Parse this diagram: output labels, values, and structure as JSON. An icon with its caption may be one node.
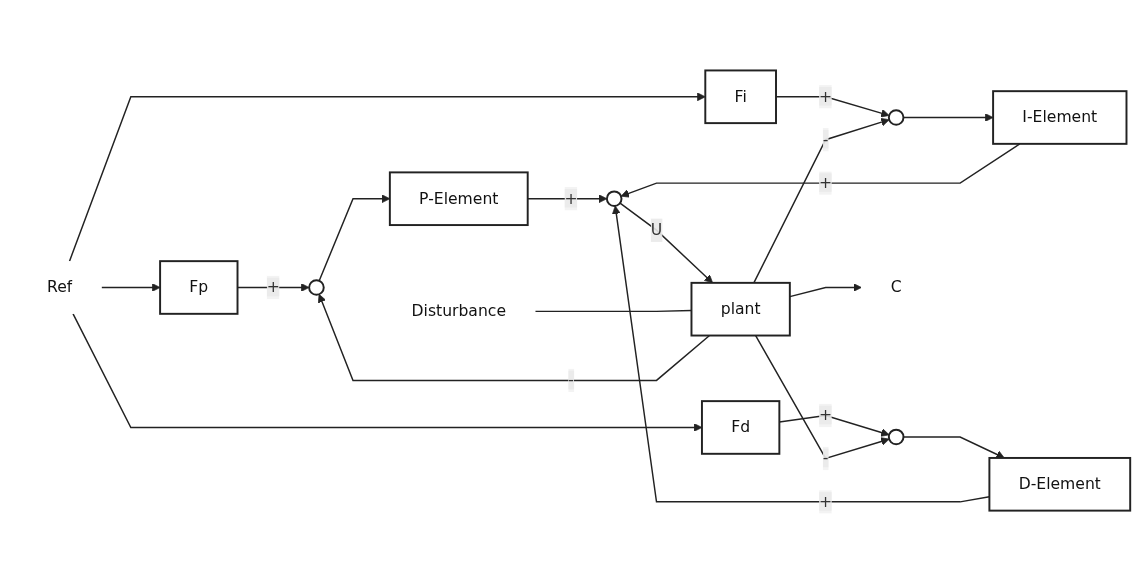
{
  "diagram": {
    "nodes": [
      {
        "text": [
          "Ref"
        ]
      },
      {
        "text": [
          "Fp"
        ]
      },
      {
        "text": [
          "Fi"
        ]
      },
      {
        "text": [
          "Fd"
        ]
      },
      {
        "text": [],
        "shape": "circle"
      },
      {
        "text": [],
        "shape": "circle"
      },
      {
        "text": [],
        "shape": "circle"
      },
      {
        "text": [
          "P-Element"
        ]
      },
      {
        "text": [
          "I-Element"
        ]
      },
      {
        "text": [
          "D-Element"
        ]
      },
      {
        "text": [],
        "shape": "circle"
      },
      {
        "text": [
          "Disturbance"
        ]
      },
      {
        "text": [
          "plant"
        ]
      },
      {
        "text": [
          "C"
        ]
      }
    ],
    "edges": [
      {
        "from": 0,
        "to": 1,
        "arrow": "to"
      },
      {
        "from": 0,
        "to": 2,
        "arrow": "to"
      },
      {
        "from": 0,
        "to": 3,
        "arrow": "to"
      },
      {
        "from": 1,
        "to": 4,
        "arrow": "to",
        "label": "+"
      },
      {
        "from": 12,
        "to": 4,
        "arrow": "to",
        "label": "-"
      },
      {
        "from": 2,
        "to": 5,
        "arrow": "to",
        "label": "+"
      },
      {
        "from": 12,
        "to": 5,
        "arrow": "to",
        "label": "-"
      },
      {
        "from": 3,
        "to": 6,
        "arrow": "to",
        "label": "+"
      },
      {
        "from": 12,
        "to": 6,
        "arrow": "to",
        "label": "-"
      },
      {
        "from": 4,
        "to": 7,
        "arrow": "to"
      },
      {
        "from": 5,
        "to": 8,
        "arrow": "to"
      },
      {
        "from": 6,
        "to": 9,
        "arrow": "to"
      },
      {
        "from": 7,
        "to": 10,
        "arrow": "to",
        "label": "+"
      },
      {
        "from": 8,
        "to": 10,
        "arrow": "to",
        "label": "+"
      },
      {
        "from": 9,
        "to": 10,
        "arrow": "to",
        "label": "+"
      },
      {
        "from": 10,
        "to": 12,
        "arrow": "to",
        "label": "U"
      },
      {
        "from": 11,
        "to": 12,
        "arrow": "none"
      },
      {
        "from": 12,
        "to": 13,
        "arrow": "to"
      }
    ]
  }
}
